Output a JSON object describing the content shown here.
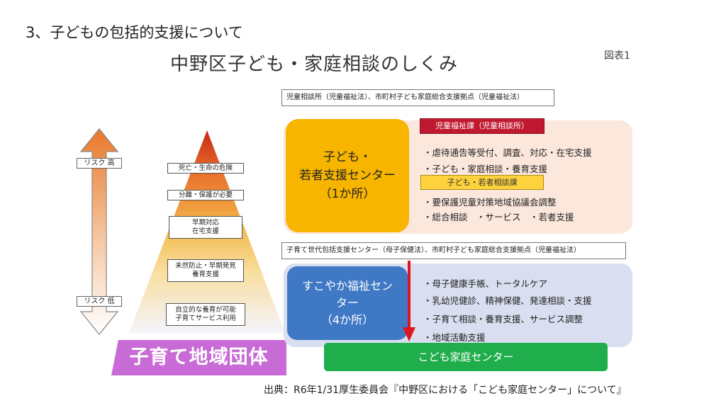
{
  "header": {
    "section_heading": "3、子どもの包括的支援について",
    "title": "中野区子ども・家庭相談のしくみ",
    "figure_label": "図表1"
  },
  "risk": {
    "high": "リスク 高",
    "low": "リスク 低"
  },
  "pyramid": {
    "levels": [
      "死亡・生命の危険",
      "分離・保護が必要",
      "早期対応\n在宅支援",
      "未然防止・早期発見\n養育支援",
      "自立的な養育が可能\n子育てサービス利用"
    ],
    "banner": "子育て地域団体"
  },
  "upper": {
    "reference": "児童相談所（児童福祉法）、市町村子ども家庭総合支援拠点（児童福祉法）",
    "center_lines": [
      "子ども・",
      "若者支援センター",
      "（1か所）"
    ],
    "badge_welfare": "児童福祉課（児童相談所）",
    "badge_youth": "子ども・若者相談課",
    "bullets": [
      "・虐待通告等受付、調査、対応・在宅支援",
      "・子ども・家庭相談・養育支援",
      "・要保護児童対策地域協議会調整",
      "・総合相談　・サービス　・若者支援"
    ]
  },
  "lower": {
    "reference": "子育て世代包括支援センター（母子保健法）、市町村子ども家庭総合支援拠点（児童福祉法）",
    "center_lines": [
      "すこやか福祉セン",
      "ター",
      "（4か所）"
    ],
    "bullets": [
      "・母子健康手帳、トータルケア",
      "・乳幼児健診、精神保健、発達相談・支援",
      "・子育て相談・養育支援、サービス調整",
      "・地域活動支援"
    ]
  },
  "kodomo_center": "こども家庭センター",
  "source_note": "出典：R6年1/31厚生委員会『中野区における「こども家庭センター」について』",
  "colors": {
    "youth_center": "#f7b500",
    "sukoyaka_center": "#3f78c4",
    "kodomo_center": "#1fae4b",
    "banner": "#c96bd6",
    "welfare_badge": "#c0182f",
    "arrow_red": "#e0141e"
  }
}
